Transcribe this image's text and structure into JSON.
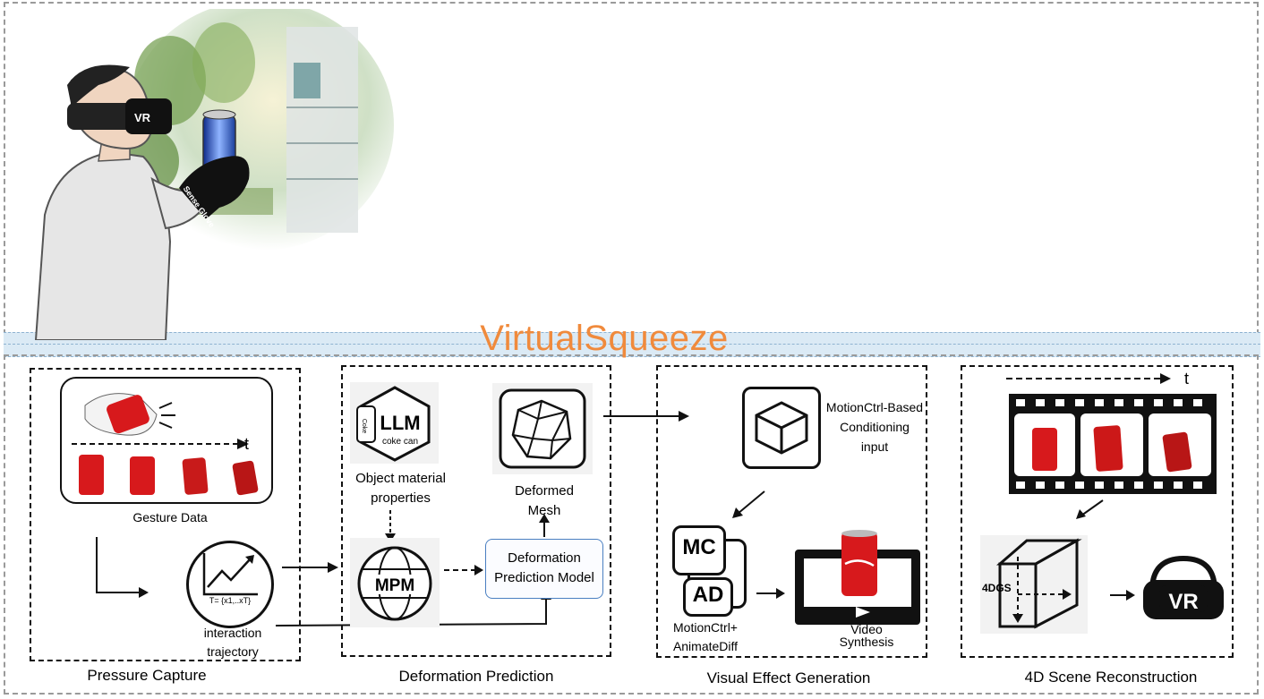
{
  "title": "VirtualSqueeze",
  "colors": {
    "title": "#f08a3c",
    "band": "#dbeaf5",
    "model_box_border": "#4a7fc1"
  },
  "hero": {
    "headset_text": "VR",
    "glove_text": "Sense Glove"
  },
  "panels": {
    "pressure_capture": {
      "title": "Pressure Capture",
      "time_label": "t",
      "gesture_label": "Gesture Data",
      "trajectory_formula": "T= {x1,..xT}",
      "trajectory_label": "interaction trajectory"
    },
    "deformation_prediction": {
      "title": "Deformation Prediction",
      "llm_label": "LLM",
      "llm_sub": "coke can",
      "can_text": "Coke",
      "material_label": "Object material properties",
      "mpm_label": "MPM",
      "mesh_label": "Deformed Mesh",
      "model_label": "Deformation Prediction Model"
    },
    "visual_effect": {
      "title": "Visual Effect Generation",
      "conditioning_label": "MotionCtrl-Based Conditioning input",
      "mc_label": "MC",
      "ad_label": "AD",
      "motion_label": "MotionCtrl+ AnimateDiff",
      "video_label": "Video Synthesis"
    },
    "scene_recon": {
      "title": "4D Scene Reconstruction",
      "time_label": "t",
      "dgs_label": "4DGS",
      "vr_label": "VR"
    }
  }
}
